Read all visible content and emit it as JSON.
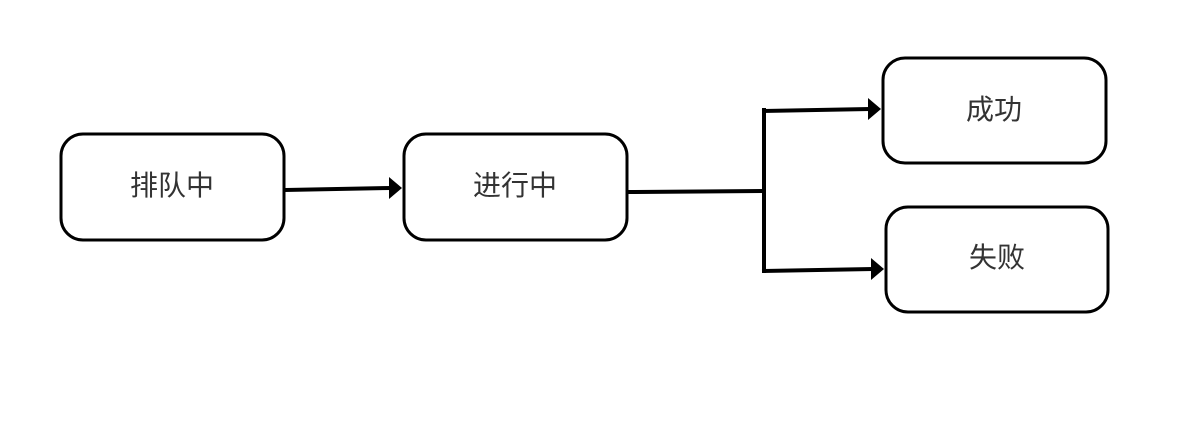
{
  "diagram": {
    "type": "state-flow",
    "nodes": [
      {
        "id": "queued",
        "label": "排队中"
      },
      {
        "id": "running",
        "label": "进行中"
      },
      {
        "id": "success",
        "label": "成功"
      },
      {
        "id": "failed",
        "label": "失败"
      }
    ],
    "edges": [
      {
        "from": "queued",
        "to": "running"
      },
      {
        "from": "running",
        "to": "success"
      },
      {
        "from": "running",
        "to": "failed"
      }
    ]
  }
}
